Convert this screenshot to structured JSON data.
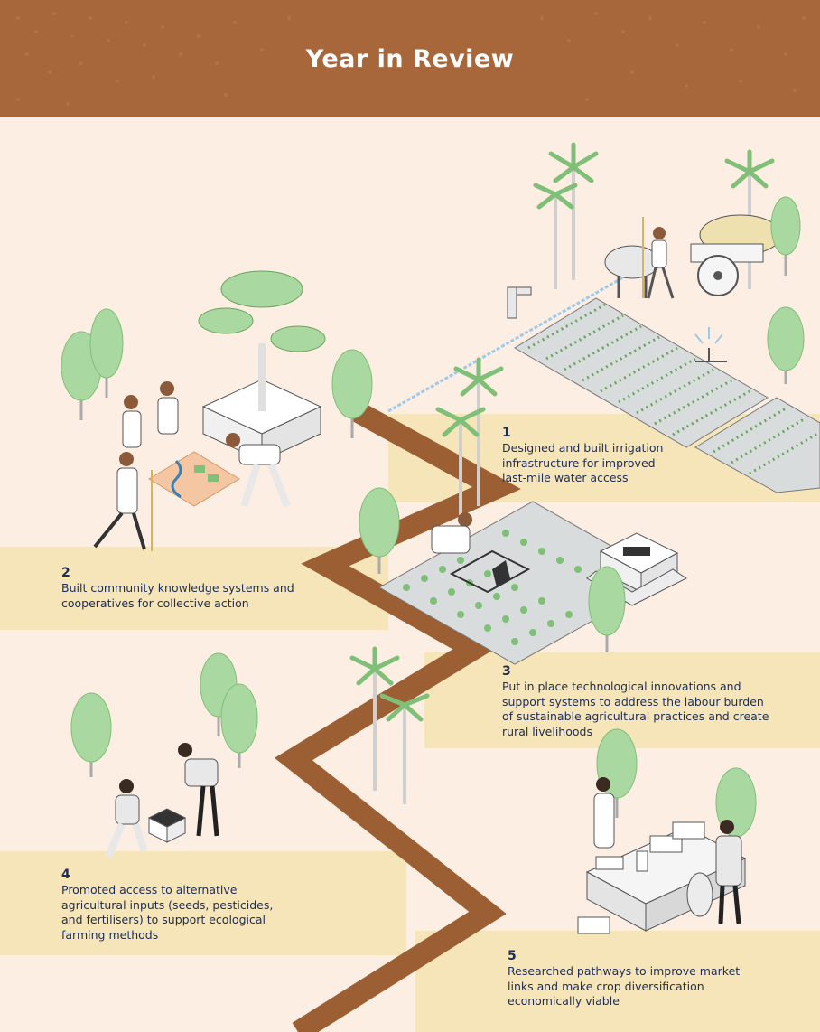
{
  "header": {
    "title": "Year in Review"
  },
  "milestones": [
    {
      "number": "1",
      "text": "Designed and built irrigation infrastructure for improved last-mile water access"
    },
    {
      "number": "2",
      "text": "Built community knowledge systems and cooperatives for collective action"
    },
    {
      "number": "3",
      "text": "Put in place technological innovations and support systems to address the labour burden of sustainable agricultural practices and create rural livelihoods"
    },
    {
      "number": "4",
      "text": "Promoted access to alternative agricultural inputs (seeds, pesticides, and fertilisers) to support ecological farming methods"
    },
    {
      "number": "5",
      "text": "Researched pathways to improve market links and make crop diversification economically viable"
    }
  ],
  "colors": {
    "background": "#fdeee3",
    "header": "#a8673a",
    "band": "#f6e5b8",
    "path": "#9c5e33",
    "text": "#1d2d57",
    "tree": "#a9d9a0",
    "tree_dark": "#7fbf78",
    "field": "#d9dcdc"
  },
  "icons": [
    "tree-icon",
    "palm-tree-icon",
    "bullock-cart-icon",
    "farmer-icon",
    "irrigation-pipe-icon",
    "sprinkler-icon",
    "crop-field-icon",
    "map-icon",
    "transplanter-icon",
    "seed-box-icon",
    "market-stall-icon"
  ]
}
